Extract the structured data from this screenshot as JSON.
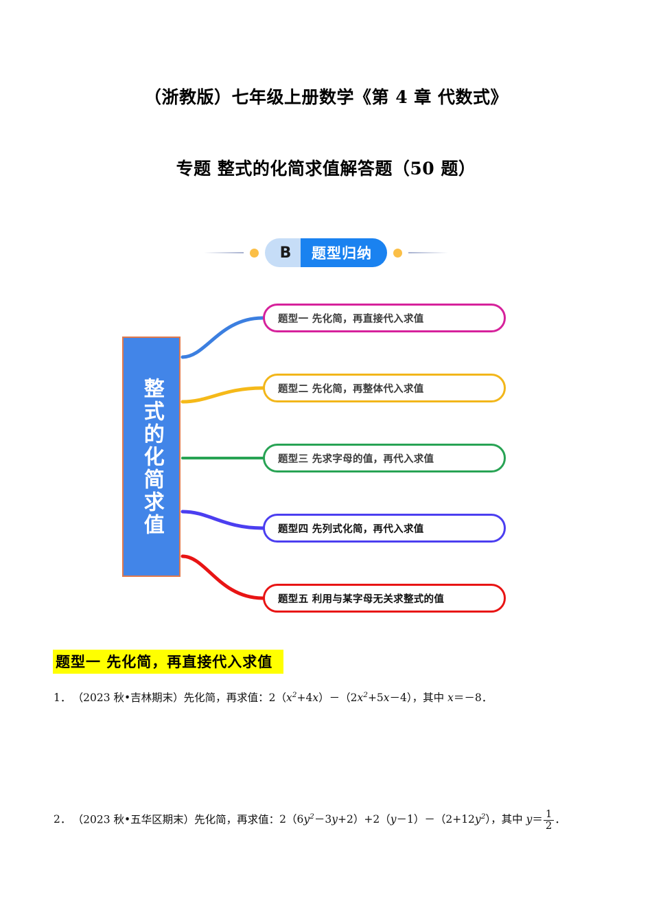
{
  "document": {
    "title_line1": "（浙教版）七年级上册数学《第 4 章  代数式》",
    "title_line2": "专题   整式的化简求值解答题（50 题）"
  },
  "mindmap": {
    "badge": {
      "letter": "B",
      "text": "题型归纳",
      "letter_bg": "#c6ddf7",
      "text_bg": "#1a82f0",
      "dot_color": "#fbbf47"
    },
    "center_node": {
      "label": "整式的化简求值",
      "fill": "#4285e8",
      "border": "#e1784a",
      "text_color": "#ffffff"
    },
    "branches": [
      {
        "label": "题型一  先化简，再直接代入求值",
        "pill_color": "#d6219b",
        "connector_color": "#3c7fe0",
        "text_color": "#3c3c3c"
      },
      {
        "label": "题型二  先化简，再整体代入求值",
        "pill_color": "#f2b61a",
        "connector_color": "#f5b919",
        "text_color": "#3c3c3c"
      },
      {
        "label": "题型三  先求字母的值，再代入求值",
        "pill_color": "#28a354",
        "connector_color": "#28a354",
        "text_color": "#3c3c3c"
      },
      {
        "label": "题型四  先列式化简，再代入求值",
        "pill_color": "#4b3ef0",
        "connector_color": "#4b3ef0",
        "text_color": "#111111"
      },
      {
        "label": "题型五  利用与某字母无关求整式的值",
        "pill_color": "#e81414",
        "connector_color": "#e81414",
        "text_color": "#111111"
      }
    ]
  },
  "section": {
    "header": "题型一    先化简，再直接代入求值",
    "highlight_color": "#ffff00"
  },
  "problems": [
    {
      "number": "1．",
      "source": "（2023 秋•吉林期末）",
      "prompt": "先化简，再求值：",
      "expr_part1": "2（",
      "expr_var1": "x",
      "expr_sup1": "2",
      "expr_part2": "+4",
      "expr_var2": "x",
      "expr_part3": "）－（2",
      "expr_var3": "x",
      "expr_sup2": "2",
      "expr_part4": "+5",
      "expr_var4": "x",
      "expr_part5": "－4），其中 ",
      "expr_var5": "x",
      "expr_part6": "＝－8．"
    },
    {
      "number": "2．",
      "source": "（2023 秋•五华区期末）",
      "prompt": "先化简，再求值：",
      "expr_part1": "2（6",
      "expr_var1": "y",
      "expr_sup1": "2",
      "expr_part2": "－3",
      "expr_var2": "y",
      "expr_part3": "+2）+2（",
      "expr_var3": "y",
      "expr_part4": "－1）－（2+12",
      "expr_var4": "y",
      "expr_sup2": "2",
      "expr_part5": "），其中 ",
      "expr_var5": "y",
      "expr_part6": "＝",
      "frac_num": "1",
      "frac_den": "2",
      "expr_part7": "．"
    }
  ]
}
